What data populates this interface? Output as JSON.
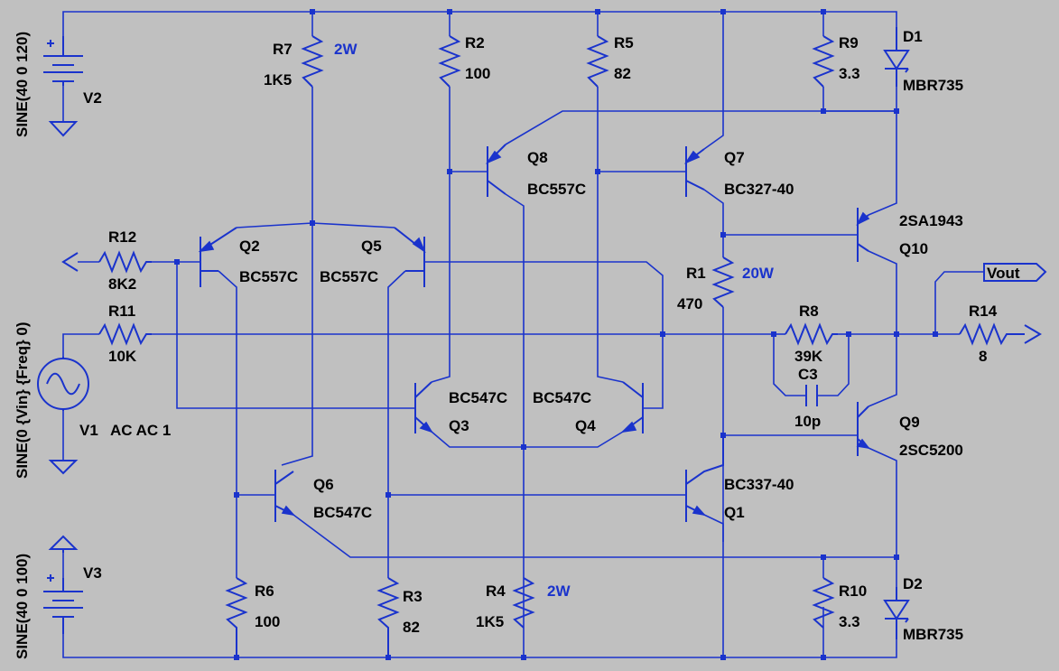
{
  "sources": {
    "V2": {
      "name": "V2",
      "value": "SINE(40 0 120)"
    },
    "V3": {
      "name": "V3",
      "value": "SINE(40 0 100)"
    },
    "V1": {
      "name": "V1",
      "value": "SINE(0 {Vin} {Freq} 0)",
      "ac": "AC AC 1"
    }
  },
  "resistors": {
    "R1": {
      "name": "R1",
      "value": "470",
      "note": "20W"
    },
    "R2": {
      "name": "R2",
      "value": "100"
    },
    "R3": {
      "name": "R3",
      "value": "82"
    },
    "R4": {
      "name": "R4",
      "value": "1K5",
      "note": "2W"
    },
    "R5": {
      "name": "R5",
      "value": "82"
    },
    "R6": {
      "name": "R6",
      "value": "100"
    },
    "R7": {
      "name": "R7",
      "value": "1K5",
      "note": "2W"
    },
    "R8": {
      "name": "R8",
      "value": "39K"
    },
    "R9": {
      "name": "R9",
      "value": "3.3"
    },
    "R10": {
      "name": "R10",
      "value": "3.3"
    },
    "R11": {
      "name": "R11",
      "value": "10K"
    },
    "R12": {
      "name": "R12",
      "value": "8K2"
    },
    "R14": {
      "name": "R14",
      "value": "8"
    }
  },
  "transistors": {
    "Q1": {
      "name": "Q1",
      "part": "BC337-40"
    },
    "Q2": {
      "name": "Q2",
      "part": "BC557C"
    },
    "Q3": {
      "name": "Q3",
      "part": "BC547C"
    },
    "Q4": {
      "name": "Q4",
      "part": "BC547C"
    },
    "Q5": {
      "name": "Q5",
      "part": "BC557C"
    },
    "Q6": {
      "name": "Q6",
      "part": "BC547C"
    },
    "Q7": {
      "name": "Q7",
      "part": "BC327-40"
    },
    "Q8": {
      "name": "Q8",
      "part": "BC557C"
    },
    "Q9": {
      "name": "Q9",
      "part": "2SC5200"
    },
    "Q10": {
      "name": "Q10",
      "part": "2SA1943"
    }
  },
  "diodes": {
    "D1": {
      "name": "D1",
      "part": "MBR735"
    },
    "D2": {
      "name": "D2",
      "part": "MBR735"
    }
  },
  "capacitors": {
    "C3": {
      "name": "C3",
      "value": "10p"
    }
  },
  "nets": {
    "vout": "Vout"
  },
  "colors": {
    "background": "#c0c0c0",
    "wire": "#1a33cc",
    "text": "#000000"
  }
}
